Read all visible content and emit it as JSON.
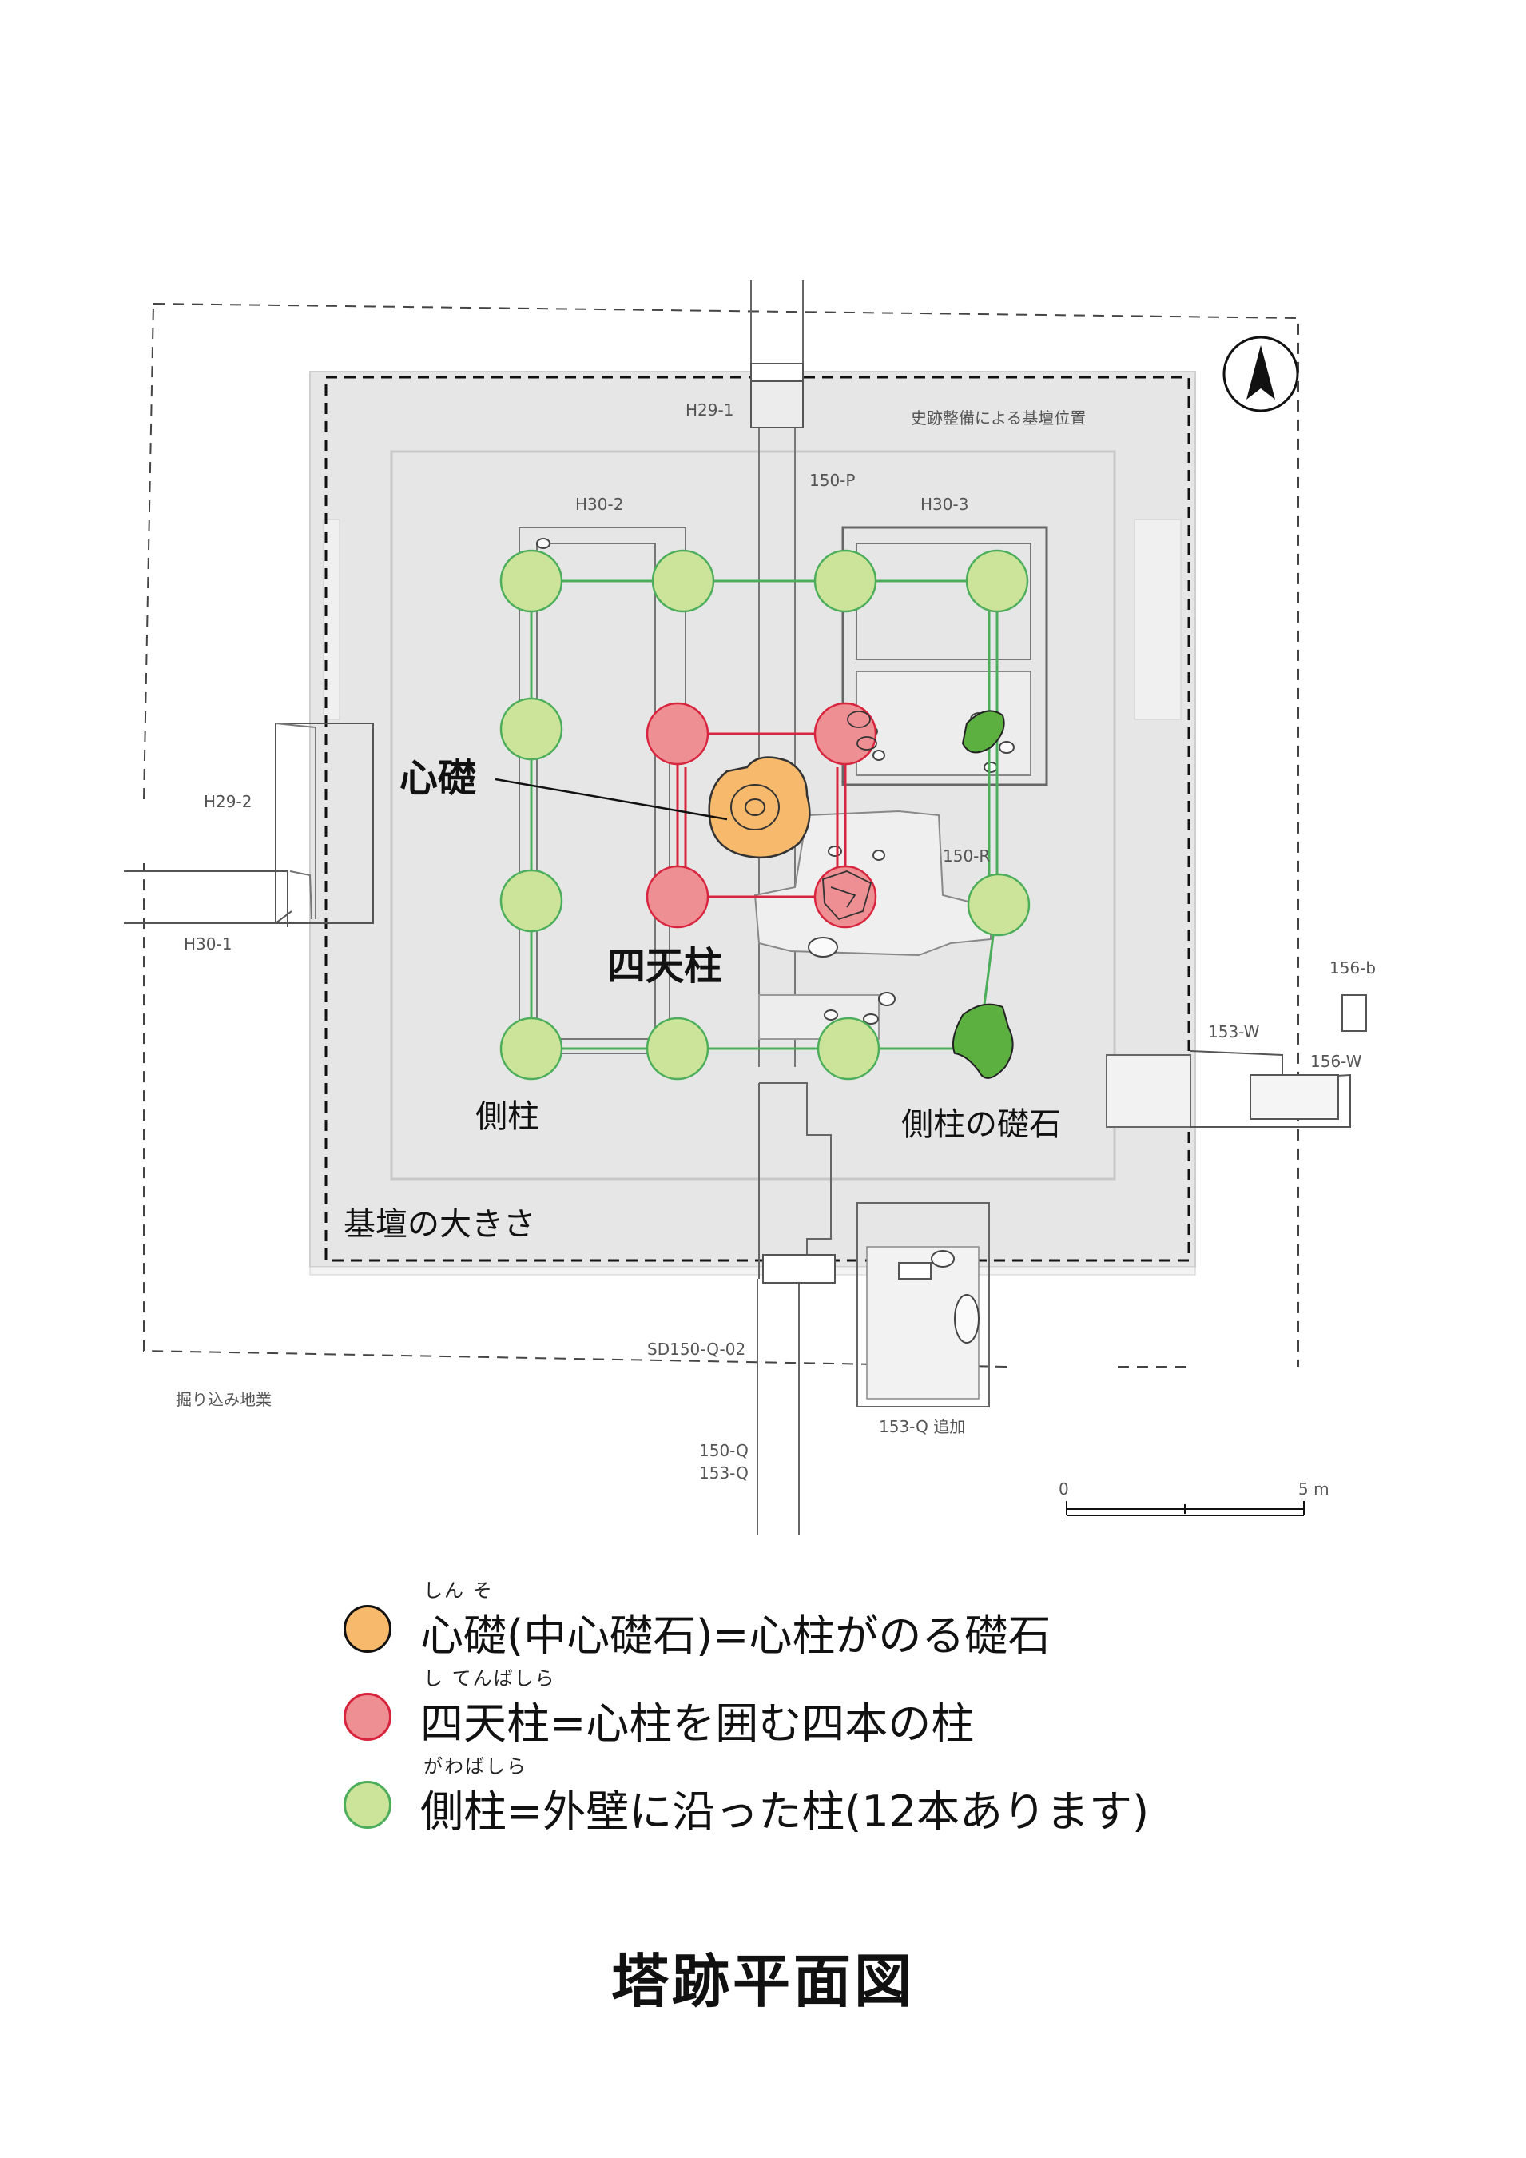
{
  "diagram": {
    "labels": {
      "h29_1": "H29-1",
      "shiseki": "史跡整備による基壇位置",
      "p150": "150-P",
      "h30_2": "H30-2",
      "h30_3": "H30-3",
      "h29_2": "H29-2",
      "h30_1": "H30-1",
      "r150": "150-R",
      "b156": "156-b",
      "w153": "153-W",
      "w156": "156-W",
      "sd150": "SD150-Q-02",
      "horikomi": "掘り込み地業",
      "q150": "150-Q",
      "q153": "153-Q",
      "q153add": "153-Q 追加",
      "scale_0": "0",
      "scale_5": "5 m"
    },
    "callouts": {
      "shinso": "心礎",
      "shitenbashira": "四天柱",
      "gawabashira": "側柱",
      "sokuchu_soseki": "側柱の礎石",
      "kidan": "基壇の大きさ"
    },
    "colors": {
      "shinso": "#f7b96b",
      "shitenbashira": "#ee8f93",
      "gawabashira": "#cbe49a",
      "red_line": "#d8253e",
      "green_line": "#4cae5a",
      "platform": "#e6e6e6",
      "stone_green": "#5cb040"
    }
  },
  "legend": [
    {
      "ruby": "しん そ",
      "text": "心礎(中心礎石)=心柱がのる礎石",
      "color": "#f7b96b",
      "icon": "orange-circle-icon"
    },
    {
      "ruby": "し てんばしら",
      "text": "四天柱=心柱を囲む四本の柱",
      "color": "#ee8f93",
      "icon": "red-circle-icon"
    },
    {
      "ruby": "がわばしら",
      "text": "側柱=外壁に沿った柱(12本あります)",
      "color": "#cbe49a",
      "icon": "green-circle-icon"
    }
  ],
  "title": "塔跡平面図"
}
